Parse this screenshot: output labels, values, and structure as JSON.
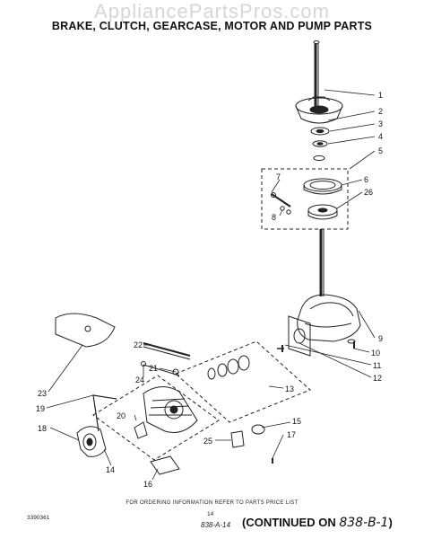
{
  "watermark": "AppliancePartsPros.com",
  "title": "BRAKE, CLUTCH, GEARCASE, MOTOR AND PUMP PARTS",
  "callouts": [
    {
      "id": "c1",
      "label": "1"
    },
    {
      "id": "c2",
      "label": "2"
    },
    {
      "id": "c3",
      "label": "3"
    },
    {
      "id": "c4",
      "label": "4"
    },
    {
      "id": "c5",
      "label": "5"
    },
    {
      "id": "c6",
      "label": "6"
    },
    {
      "id": "c26",
      "label": "26"
    },
    {
      "id": "c7",
      "label": "7"
    },
    {
      "id": "c8",
      "label": "8"
    },
    {
      "id": "c9",
      "label": "9"
    },
    {
      "id": "c10",
      "label": "10"
    },
    {
      "id": "c11",
      "label": "11"
    },
    {
      "id": "c12",
      "label": "12"
    },
    {
      "id": "c13",
      "label": "13"
    },
    {
      "id": "c22",
      "label": "22"
    },
    {
      "id": "c21",
      "label": "21"
    },
    {
      "id": "c24",
      "label": "24"
    },
    {
      "id": "c23",
      "label": "23"
    },
    {
      "id": "c19",
      "label": "19"
    },
    {
      "id": "c20",
      "label": "20"
    },
    {
      "id": "c18",
      "label": "18"
    },
    {
      "id": "c14",
      "label": "14"
    },
    {
      "id": "c16",
      "label": "16"
    },
    {
      "id": "c25",
      "label": "25"
    },
    {
      "id": "c15",
      "label": "15"
    },
    {
      "id": "c17",
      "label": "17"
    }
  ],
  "footer": {
    "note": "FOR ORDERING INFORMATION REFER TO PARTS PRICE LIST",
    "doc_number": "3390361",
    "page_number": "14",
    "sub_ref": "838-A-14",
    "continued_prefix": "(CONTINUED ON ",
    "continued_ref": "838-B-1",
    "continued_suffix": ")"
  }
}
